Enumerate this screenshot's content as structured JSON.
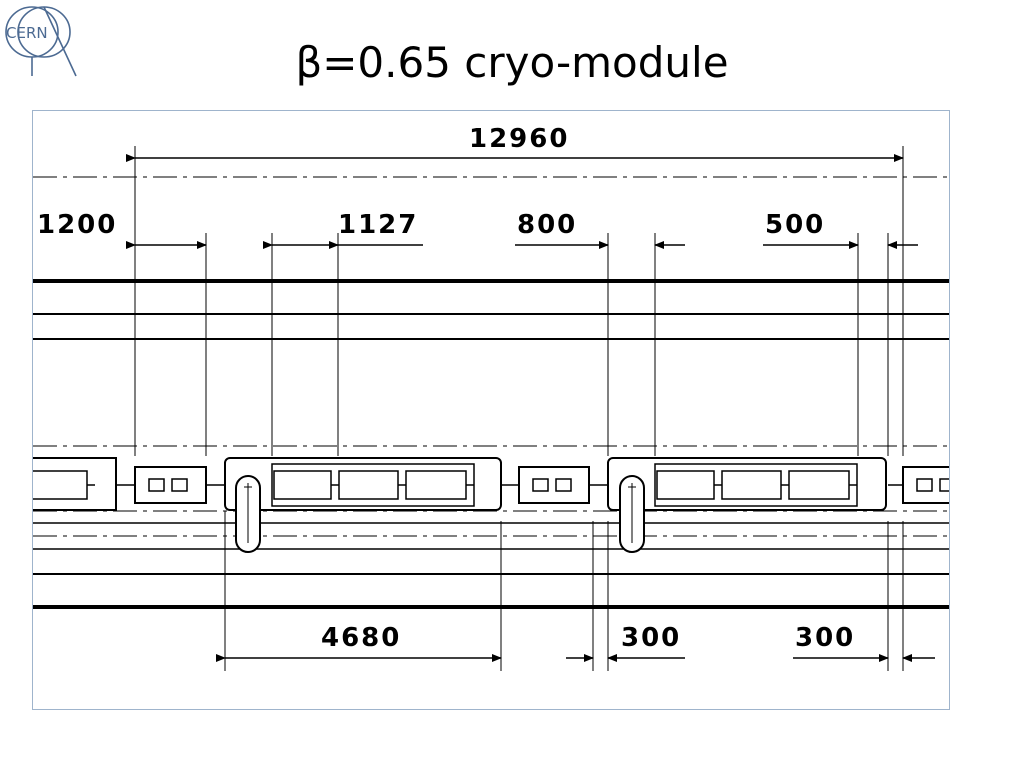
{
  "slide": {
    "title": "β=0.65 cryo-module",
    "logo_text": "CERN"
  },
  "dimensions": {
    "overall": "12960",
    "d1200": "1200",
    "d1127": "1127",
    "d800": "800",
    "d500": "500",
    "d4680": "4680",
    "d300a": "300",
    "d300b": "300"
  }
}
